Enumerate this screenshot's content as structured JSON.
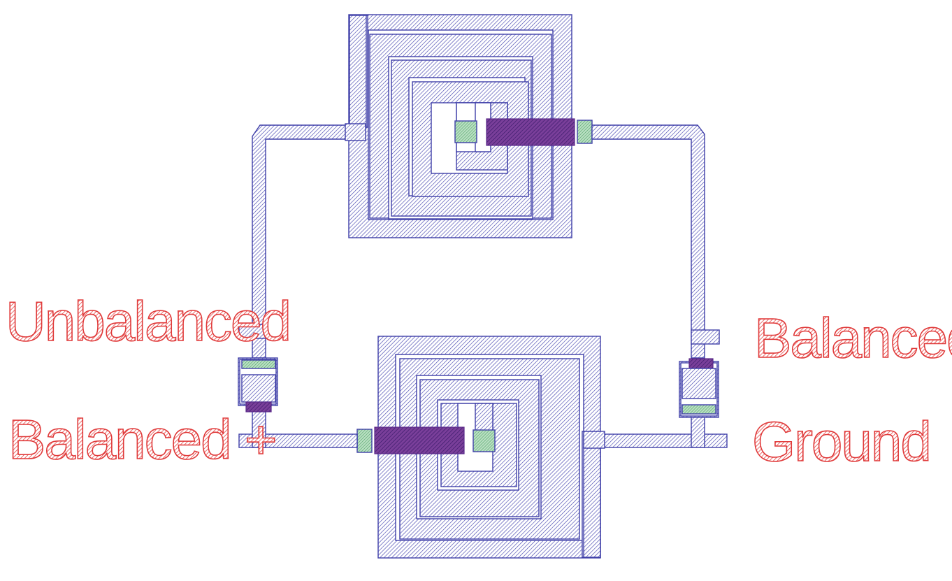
{
  "labels": {
    "unbalanced": "Unbalanced",
    "balanced_plus": "Balanced +",
    "balanced_minus": "Balanced -",
    "ground": "Ground"
  },
  "colors": {
    "metal": "#3f3fa8",
    "via": "#3f9a5a",
    "via_band": "#6a2a8a",
    "label": "#e03a3a",
    "background": "#ffffff"
  }
}
